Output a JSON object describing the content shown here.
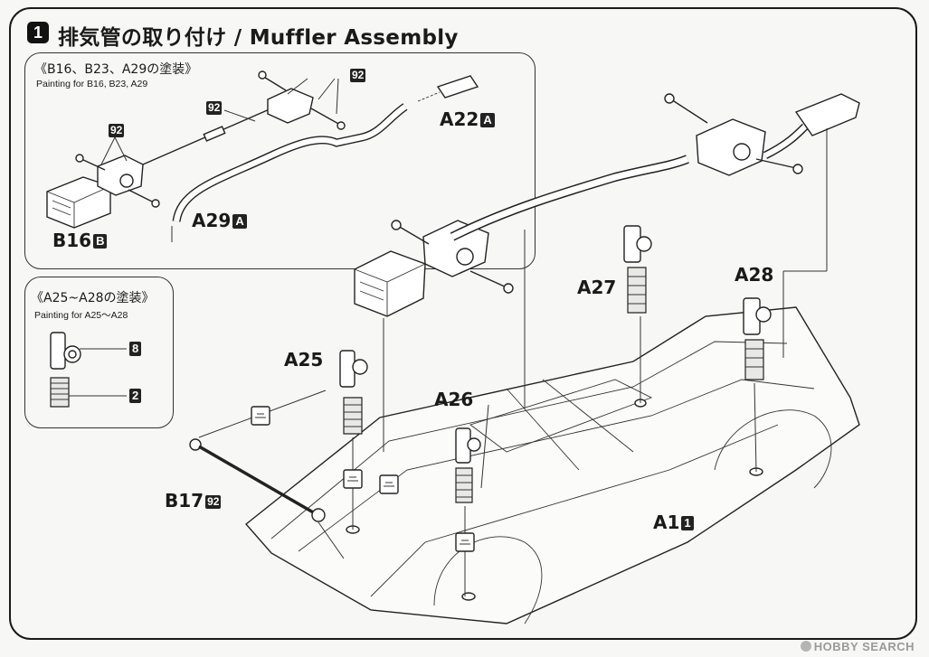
{
  "step": {
    "number": "1",
    "title": "排気管の取り付け / Muffler Assembly"
  },
  "inset_painting_a": {
    "title": "《B16、B23、A29の塗装》",
    "subtitle": "Painting for B16, B23, A29"
  },
  "inset_painting_b": {
    "title": "《A25~A28の塗装》",
    "subtitle": "Painting for A25～A28"
  },
  "parts": {
    "a22": {
      "label": "A22",
      "badge": "A"
    },
    "a29": {
      "label": "A29",
      "badge": "A"
    },
    "b16": {
      "label": "B16",
      "badge": "B"
    },
    "a25": {
      "label": "A25"
    },
    "a26": {
      "label": "A26"
    },
    "a27": {
      "label": "A27"
    },
    "a28": {
      "label": "A28"
    },
    "b17": {
      "label": "B17",
      "badge": "92"
    },
    "a1": {
      "label": "A1",
      "badge": "1"
    }
  },
  "paint_codes": {
    "inset_a": [
      "92",
      "92",
      "92"
    ],
    "shock_upper": "8",
    "shock_lower": "2"
  },
  "watermark": "HOBBY SEARCH",
  "colors": {
    "ink": "#1a1a1a",
    "paper": "#f7f7f5",
    "badge": "#222222",
    "watermark": "#9a9a9a"
  }
}
